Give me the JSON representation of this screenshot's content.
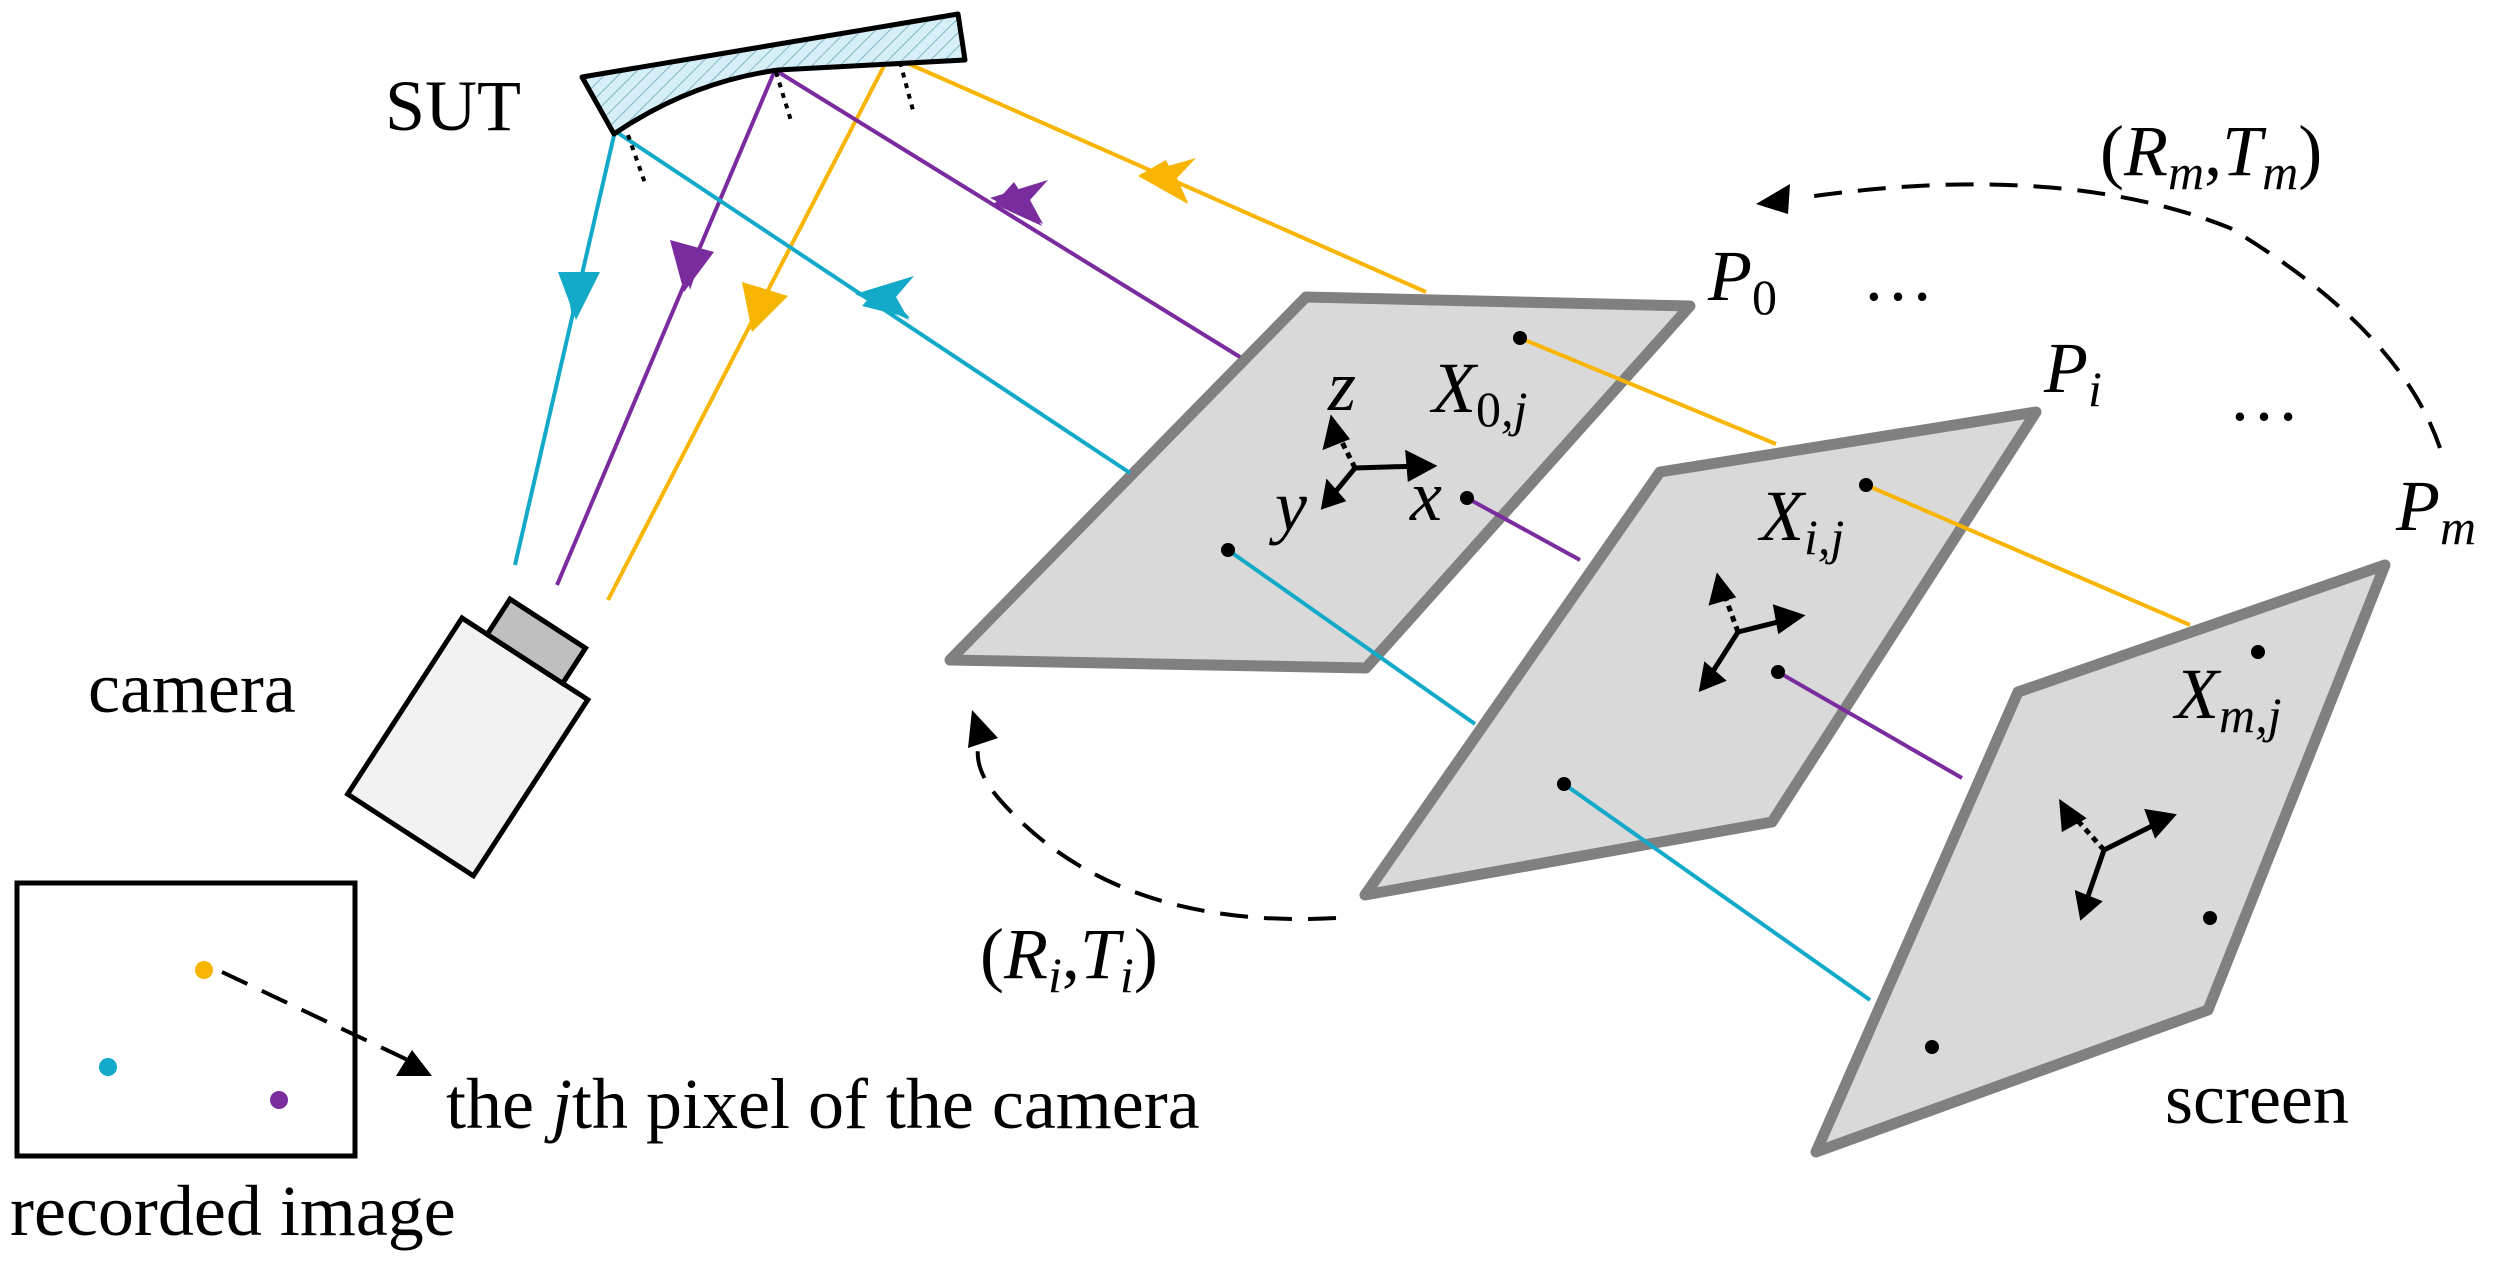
{
  "colors": {
    "cyan": "#12aac8",
    "purple": "#7a2c9e",
    "yellow": "#f7b500",
    "screen_fill": "#d9d9d9",
    "screen_stroke": "#808080",
    "sut_fill": "#d6eef6",
    "camera_fill": "#f2f2f2",
    "camera_lens": "#bfbfbf"
  },
  "labels": {
    "sut": "SUT",
    "camera": "camera",
    "screen": "screen",
    "recorded_image": "recorded image",
    "pixel_note": {
      "pre": "the ",
      "j": "j",
      "post": "th pixel of the camera"
    }
  },
  "axes": {
    "x": "x",
    "y": "y",
    "z": "z"
  },
  "poses": {
    "P0": {
      "base": "P",
      "sub": "0"
    },
    "Pi": {
      "base": "P",
      "sub": "i"
    },
    "Pm": {
      "base": "P",
      "sub": "m"
    },
    "ellipsis_left": "…",
    "ellipsis_right": "…"
  },
  "points": {
    "X0j": {
      "base": "X",
      "sub1": "0",
      "sub2": ",j"
    },
    "Xij": {
      "base": "X",
      "sub1": "i",
      "sub2": ",j"
    },
    "Xmj": {
      "base": "X",
      "sub1": "m",
      "sub2": ",j"
    }
  },
  "transforms": {
    "Ri": {
      "open": "(",
      "R": "R",
      "Rsub": "i",
      "comma": ",",
      "T": "T",
      "Tsub": "i",
      "close": ")"
    },
    "Rm": {
      "open": "(",
      "R": "R",
      "Rsub": "m",
      "comma": ",",
      "T": "T",
      "Tsub": "m",
      "close": ")"
    }
  }
}
